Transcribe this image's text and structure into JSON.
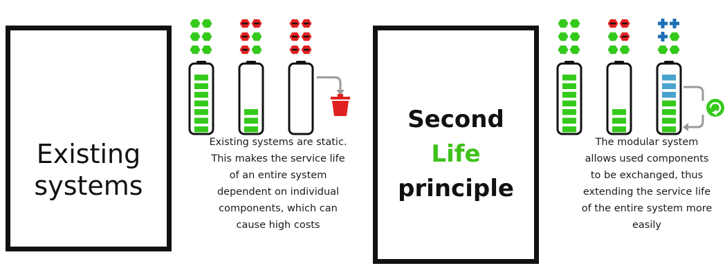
{
  "left_panel": {
    "title_lines": [
      "Existing",
      "systems"
    ],
    "description_lines": [
      "Existing systems are static.",
      "This makes the service life",
      "of an entire system",
      "dependent on individual",
      "components, which can",
      "cause high costs"
    ]
  },
  "right_panel": {
    "title_line1": "Second",
    "title_line2": "Life",
    "title_line3": "principle",
    "description_lines": [
      "The modular system",
      "allows used components",
      "to be exchanged, thus",
      "extending the service life",
      "of the entire system more",
      "easily"
    ]
  },
  "colors": {
    "good_cell": "#35c91c",
    "bad_cell": "#e02121",
    "new_cell": "#1e6fb5",
    "trash": "#e02121",
    "recycle": "#35c91c",
    "arrow": "#9a9a9a"
  },
  "batteries": {
    "left": [
      {
        "cells": [
          "good",
          "good",
          "good",
          "good",
          "good",
          "good"
        ],
        "level_bars": 7,
        "new_bars": 0
      },
      {
        "cells": [
          "bad",
          "bad",
          "bad",
          "good",
          "bad",
          "good"
        ],
        "level_bars": 3,
        "new_bars": 0
      },
      {
        "cells": [
          "bad",
          "bad",
          "bad",
          "bad",
          "bad",
          "bad"
        ],
        "level_bars": 0,
        "new_bars": 0
      }
    ],
    "right": [
      {
        "cells": [
          "good",
          "good",
          "good",
          "good",
          "good",
          "good"
        ],
        "level_bars": 7,
        "new_bars": 0
      },
      {
        "cells": [
          "bad",
          "bad",
          "good",
          "bad",
          "good",
          "good"
        ],
        "level_bars": 3,
        "new_bars": 0
      },
      {
        "cells": [
          "new",
          "new",
          "new",
          "good",
          "good",
          "good"
        ],
        "level_bars": 7,
        "new_bars": 3
      }
    ]
  },
  "icons": {
    "left_end": "trash-icon",
    "right_end": "recycle-icon"
  }
}
